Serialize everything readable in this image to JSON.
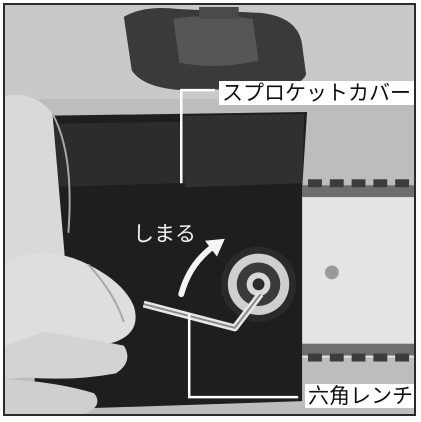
{
  "labels": {
    "sprocket_cover": "スプロケットカバー",
    "tighten": "しまる",
    "hex_wrench": "六角レンチ"
  },
  "colors": {
    "cover": "#1e1e1e",
    "background": "#bdbdbd",
    "hand": "#d9d9d9",
    "bar": "#e4e4e4",
    "line": "#ffffff"
  },
  "icons": {
    "arrow": "curved-arrow-icon"
  }
}
